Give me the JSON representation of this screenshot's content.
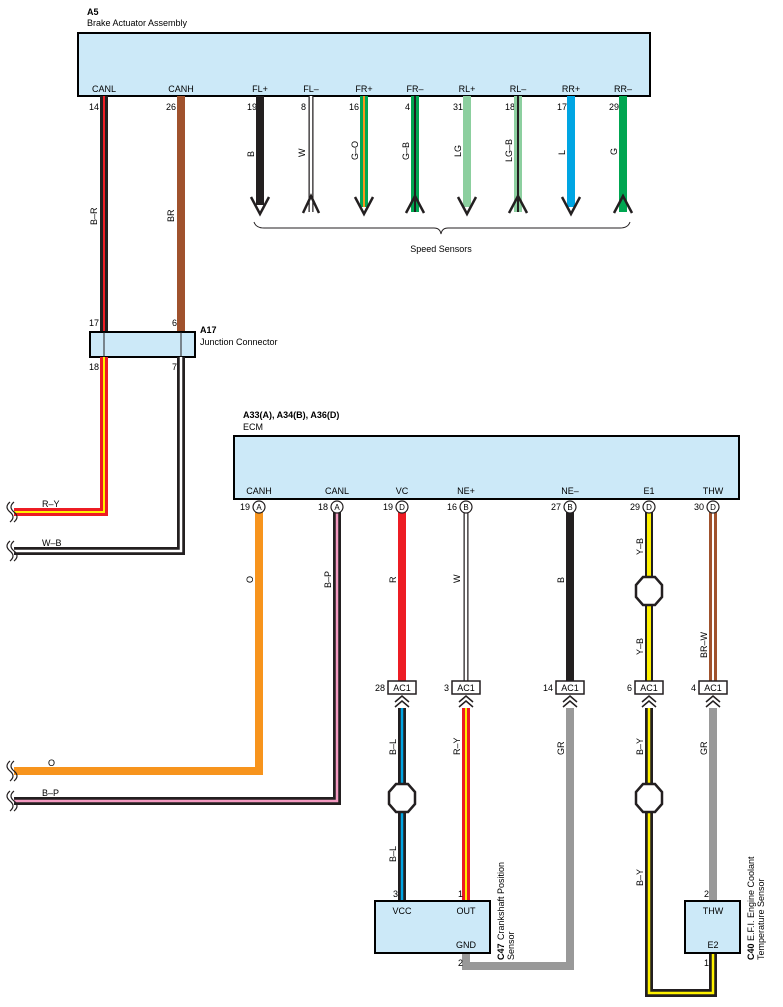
{
  "brake_actuator": {
    "ref": "A5",
    "name": "Brake Actuator Assembly",
    "pins": [
      {
        "label": "CANL",
        "num": "14"
      },
      {
        "label": "CANH",
        "num": "26"
      },
      {
        "label": "FL+",
        "num": "19"
      },
      {
        "label": "FL–",
        "num": "8"
      },
      {
        "label": "FR+",
        "num": "16"
      },
      {
        "label": "FR–",
        "num": "4"
      },
      {
        "label": "RL+",
        "num": "31"
      },
      {
        "label": "RL–",
        "num": "18"
      },
      {
        "label": "RR+",
        "num": "17"
      },
      {
        "label": "RR–",
        "num": "29"
      }
    ],
    "wires": {
      "canl": "B–R",
      "canh": "BR",
      "speed": [
        "B",
        "W",
        "G–O",
        "G–B",
        "LG",
        "LG–B",
        "L",
        "G"
      ]
    },
    "speed_sensors_label": "Speed Sensors"
  },
  "junction": {
    "ref": "A17",
    "name": "Junction Connector",
    "pins_top": [
      "17",
      "6"
    ],
    "pins_bottom": [
      "18",
      "7"
    ]
  },
  "left_wires": {
    "red_yellow": "R–Y",
    "white_black": "W–B",
    "orange": "O",
    "black_pink": "B–P"
  },
  "ecm": {
    "ref": "A33(A), A34(B), A36(D)",
    "name": "ECM",
    "pins": [
      {
        "label": "CANH",
        "num": "19",
        "conn": "A",
        "wire": "O"
      },
      {
        "label": "CANL",
        "num": "18",
        "conn": "A",
        "wire": "B–P"
      },
      {
        "label": "VC",
        "num": "19",
        "conn": "D",
        "wire": "R"
      },
      {
        "label": "NE+",
        "num": "16",
        "conn": "B",
        "wire": "W"
      },
      {
        "label": "NE–",
        "num": "27",
        "conn": "B",
        "wire": "B"
      },
      {
        "label": "E1",
        "num": "29",
        "conn": "D",
        "wire": "Y–B"
      },
      {
        "label": "THW",
        "num": "30",
        "conn": "D",
        "wire": "BR–W"
      }
    ],
    "e1_lower_wire": "Y–B"
  },
  "ac1": {
    "label": "AC1",
    "pins": [
      "28",
      "3",
      "14",
      "6",
      "4"
    ],
    "lower_wires": [
      "B–L",
      "R–Y",
      "GR",
      "B–Y",
      "GR"
    ],
    "vc_lower_wire": "B–L",
    "e1_lower_wire": "B–Y"
  },
  "crank_sensor": {
    "ref": "C47",
    "name1": "Crankshaft Position",
    "name2": "Sensor",
    "pin_vcc": "VCC",
    "pin_out": "OUT",
    "pin_gnd": "GND",
    "num_vcc": "3",
    "num_out": "1",
    "num_gnd": "2"
  },
  "coolant_sensor": {
    "ref": "C40",
    "name1": "E.F.I. Engine Coolant",
    "name2": "Temperature Sensor",
    "pin_thw": "THW",
    "pin_e2": "E2",
    "num_thw": "2",
    "num_e2": "1"
  },
  "colors": {
    "box_fill": "#cce9f8",
    "black": "#231f20",
    "brown": "#a0522d",
    "green": "#00a651",
    "orange": "#f7941d",
    "yellow": "#fff200",
    "red": "#ed1c24",
    "light_green": "#8dc63f",
    "blue": "#00a5e3",
    "pink": "#f49ac1",
    "gray": "#999999"
  }
}
